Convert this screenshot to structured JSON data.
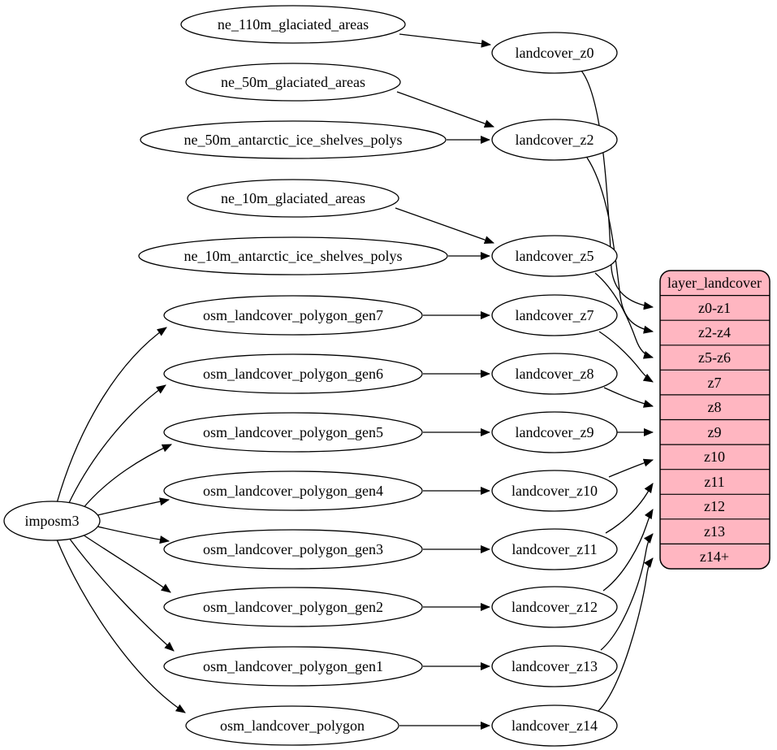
{
  "colors": {
    "background": "#ffffff",
    "node_fill": "#ffffff",
    "edge_stroke": "#000000",
    "table_fill": "#ffb6c1"
  },
  "nodes": {
    "tool": {
      "label": "imposm3"
    },
    "sources": [
      {
        "label": "ne_110m_glaciated_areas"
      },
      {
        "label": "ne_50m_glaciated_areas"
      },
      {
        "label": "ne_50m_antarctic_ice_shelves_polys"
      },
      {
        "label": "ne_10m_glaciated_areas"
      },
      {
        "label": "ne_10m_antarctic_ice_shelves_polys"
      },
      {
        "label": "osm_landcover_polygon_gen7"
      },
      {
        "label": "osm_landcover_polygon_gen6"
      },
      {
        "label": "osm_landcover_polygon_gen5"
      },
      {
        "label": "osm_landcover_polygon_gen4"
      },
      {
        "label": "osm_landcover_polygon_gen3"
      },
      {
        "label": "osm_landcover_polygon_gen2"
      },
      {
        "label": "osm_landcover_polygon_gen1"
      },
      {
        "label": "osm_landcover_polygon"
      }
    ],
    "intermediates": [
      {
        "label": "landcover_z0"
      },
      {
        "label": "landcover_z2"
      },
      {
        "label": "landcover_z5"
      },
      {
        "label": "landcover_z7"
      },
      {
        "label": "landcover_z8"
      },
      {
        "label": "landcover_z9"
      },
      {
        "label": "landcover_z10"
      },
      {
        "label": "landcover_z11"
      },
      {
        "label": "landcover_z12"
      },
      {
        "label": "landcover_z13"
      },
      {
        "label": "landcover_z14"
      }
    ]
  },
  "table": {
    "title": "layer_landcover",
    "fill": "#ffb6c1",
    "rows": [
      "z0-z1",
      "z2-z4",
      "z5-z6",
      "z7",
      "z8",
      "z9",
      "z10",
      "z11",
      "z12",
      "z13",
      "z14+"
    ]
  },
  "edges": [
    {
      "from": "imposm3",
      "to": "osm_landcover_polygon_gen7"
    },
    {
      "from": "imposm3",
      "to": "osm_landcover_polygon_gen6"
    },
    {
      "from": "imposm3",
      "to": "osm_landcover_polygon_gen5"
    },
    {
      "from": "imposm3",
      "to": "osm_landcover_polygon_gen4"
    },
    {
      "from": "imposm3",
      "to": "osm_landcover_polygon_gen3"
    },
    {
      "from": "imposm3",
      "to": "osm_landcover_polygon_gen2"
    },
    {
      "from": "imposm3",
      "to": "osm_landcover_polygon_gen1"
    },
    {
      "from": "imposm3",
      "to": "osm_landcover_polygon"
    },
    {
      "from": "ne_110m_glaciated_areas",
      "to": "landcover_z0"
    },
    {
      "from": "ne_50m_glaciated_areas",
      "to": "landcover_z2"
    },
    {
      "from": "ne_50m_antarctic_ice_shelves_polys",
      "to": "landcover_z2"
    },
    {
      "from": "ne_10m_glaciated_areas",
      "to": "landcover_z5"
    },
    {
      "from": "ne_10m_antarctic_ice_shelves_polys",
      "to": "landcover_z5"
    },
    {
      "from": "osm_landcover_polygon_gen7",
      "to": "landcover_z7"
    },
    {
      "from": "osm_landcover_polygon_gen6",
      "to": "landcover_z8"
    },
    {
      "from": "osm_landcover_polygon_gen5",
      "to": "landcover_z9"
    },
    {
      "from": "osm_landcover_polygon_gen4",
      "to": "landcover_z10"
    },
    {
      "from": "osm_landcover_polygon_gen3",
      "to": "landcover_z11"
    },
    {
      "from": "osm_landcover_polygon_gen2",
      "to": "landcover_z12"
    },
    {
      "from": "osm_landcover_polygon_gen1",
      "to": "landcover_z13"
    },
    {
      "from": "osm_landcover_polygon",
      "to": "landcover_z14"
    },
    {
      "from": "landcover_z0",
      "to": "layer_landcover.z0-z1"
    },
    {
      "from": "landcover_z2",
      "to": "layer_landcover.z2-z4"
    },
    {
      "from": "landcover_z5",
      "to": "layer_landcover.z5-z6"
    },
    {
      "from": "landcover_z7",
      "to": "layer_landcover.z7"
    },
    {
      "from": "landcover_z8",
      "to": "layer_landcover.z8"
    },
    {
      "from": "landcover_z9",
      "to": "layer_landcover.z9"
    },
    {
      "from": "landcover_z10",
      "to": "layer_landcover.z10"
    },
    {
      "from": "landcover_z11",
      "to": "layer_landcover.z11"
    },
    {
      "from": "landcover_z12",
      "to": "layer_landcover.z12"
    },
    {
      "from": "landcover_z13",
      "to": "layer_landcover.z13"
    },
    {
      "from": "landcover_z14",
      "to": "layer_landcover.z14+"
    }
  ]
}
